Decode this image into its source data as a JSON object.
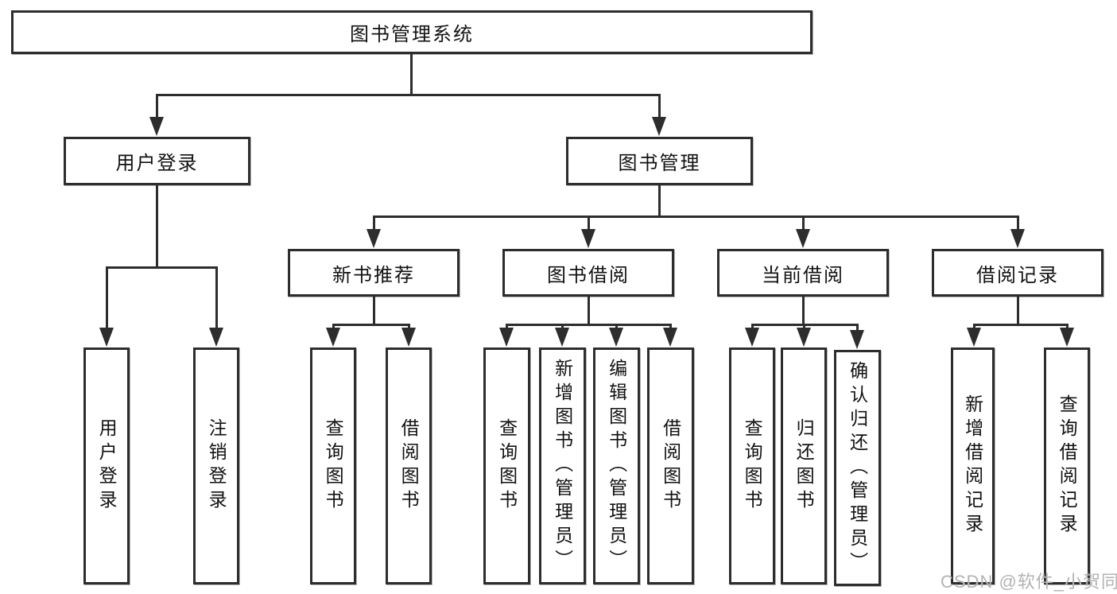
{
  "tree": {
    "label": "图书管理系统",
    "children": [
      {
        "label": "用户登录",
        "children": [
          {
            "label": "用户登录"
          },
          {
            "label": "注销登录"
          }
        ]
      },
      {
        "label": "图书管理",
        "children": [
          {
            "label": "新书推荐",
            "children": [
              {
                "label": "查询图书"
              },
              {
                "label": "借阅图书"
              }
            ]
          },
          {
            "label": "图书借阅",
            "children": [
              {
                "label": "查询图书"
              },
              {
                "label": "新增图书（管理员）"
              },
              {
                "label": "编辑图书（管理员）"
              },
              {
                "label": "借阅图书"
              }
            ]
          },
          {
            "label": "当前借阅",
            "children": [
              {
                "label": "查询图书"
              },
              {
                "label": "归还图书"
              },
              {
                "label": "确认归还（管理员）"
              }
            ]
          },
          {
            "label": "借阅记录",
            "children": [
              {
                "label": "新增借阅记录"
              },
              {
                "label": "查询借阅记录"
              }
            ]
          }
        ]
      }
    ]
  },
  "watermark": {
    "text": "CSDN @软件_小贺同学"
  },
  "colors": {
    "line": "#2d2d2d",
    "background": "#ffffff",
    "text": "#111111",
    "watermark": "#b3b3b3"
  }
}
